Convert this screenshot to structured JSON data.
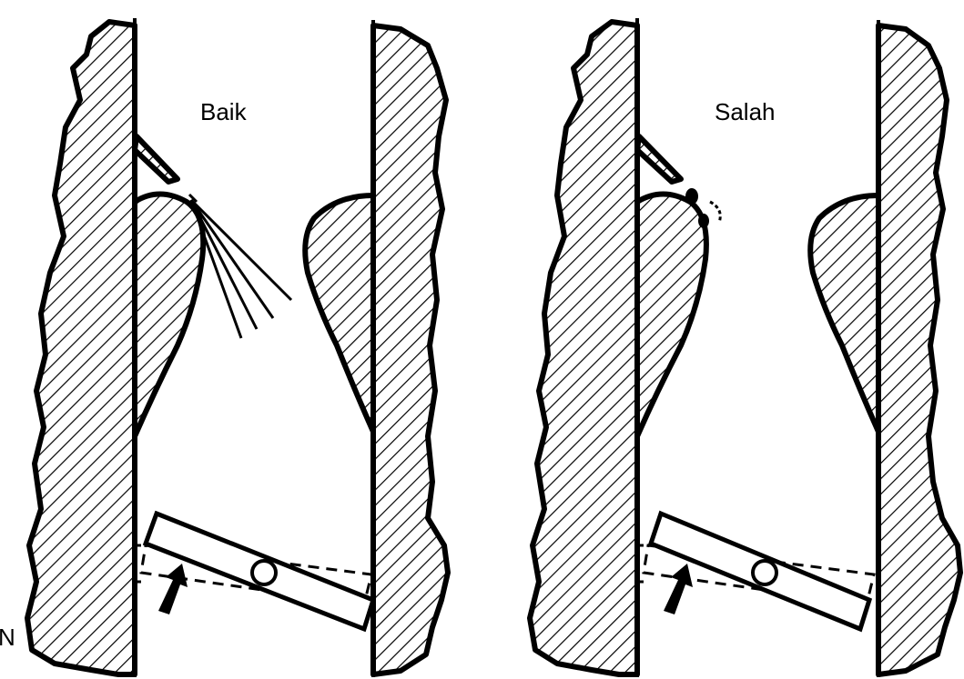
{
  "panels": [
    {
      "title": "Baik"
    },
    {
      "title": "Salah"
    }
  ],
  "edge_text": "N"
}
